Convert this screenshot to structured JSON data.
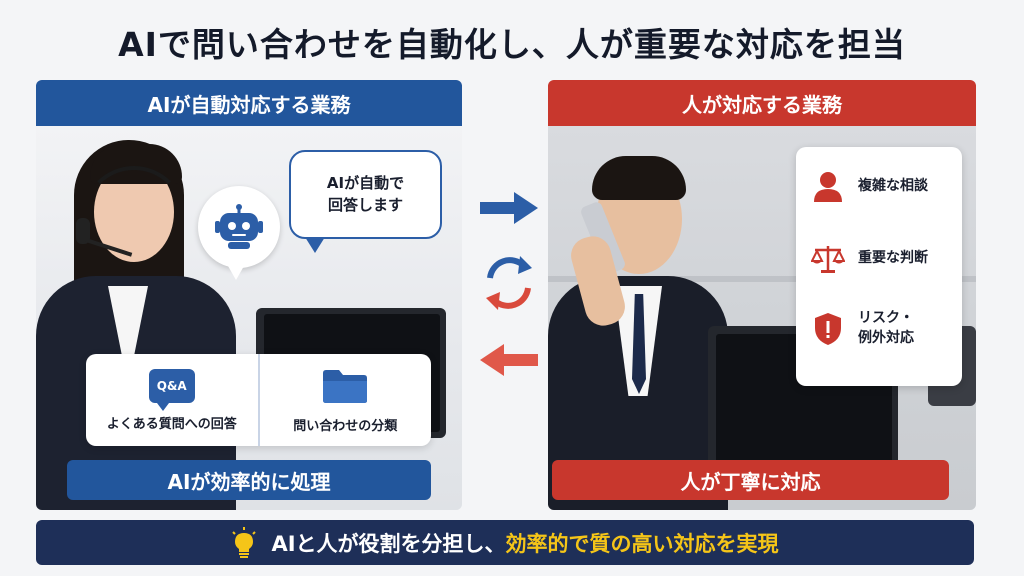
{
  "title": "AIで問い合わせを自動化し、人が重要な対応を担当",
  "left": {
    "header": "AIが自動対応する業務",
    "bubble_line1": "AIが自動で",
    "bubble_line2": "回答します",
    "cards": [
      {
        "icon_text": "Q&A",
        "label": "よくある質問への回答"
      },
      {
        "icon": "folder-icon",
        "label": "問い合わせの分類"
      }
    ],
    "band": "AIが効率的に処理",
    "accent": "#22569c"
  },
  "right": {
    "header": "人が対応する業務",
    "items": [
      {
        "icon": "person-icon",
        "label": "複雑な相談"
      },
      {
        "icon": "scale-icon",
        "label": "重要な判断"
      },
      {
        "icon": "shield-icon",
        "label_line1": "リスク・",
        "label_line2": "例外対応"
      }
    ],
    "band": "人が丁寧に対応",
    "accent": "#c8372d"
  },
  "footer": {
    "icon": "lightbulb-icon",
    "white_text": "AIと人が役割を分担し、",
    "yellow_text": "効率的で質の高い対応を実現",
    "bg": "#1e2f58",
    "highlight": "#f5c518"
  }
}
